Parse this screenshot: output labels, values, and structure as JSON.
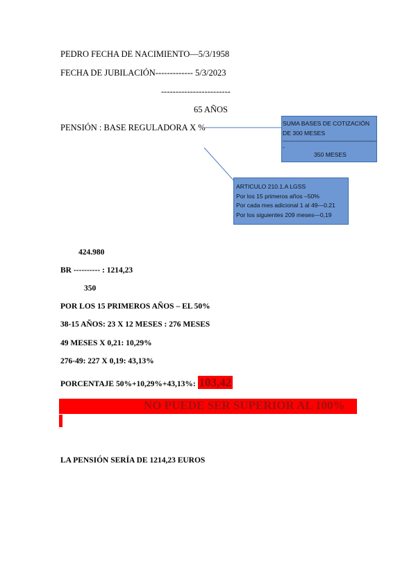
{
  "lines": {
    "birth": "PEDRO FECHA DE NACIMIENTO—5/3/1958",
    "retire": "FECHA DE JUBILACIÓN------------- 5/3/2023",
    "dashes": "------------------------",
    "age": "65 AÑOS",
    "pension": "PENSIÓN : BASE REGULADORA X %"
  },
  "callout_bases": {
    "line1": "SUMA BASES DE COTIZACIÓN",
    "line2": "DE 300 MESES",
    "line3": "————————————————",
    "line4": "-",
    "line5": "350 MESES"
  },
  "callout_article": {
    "line1": "ARTICULO  210.1.A LGSS",
    "line2": "Por los 15 primeros años –50%",
    "line3": "Por cada mes adicional 1 al 49—0.21",
    "line4": "Por los siguientes 209 meses—0,19"
  },
  "calc": {
    "numerator": "424.980",
    "br": "BR   ----------    : 1214,23",
    "denominator": "350",
    "first15": "POR LOS 15 PRIMEROS AÑOS – EL 50%",
    "years": "38-15 AÑOS: 23 X 12 MESES : 276 MESES",
    "months49": "49 MESES X 0,21: 10,29%",
    "rest": "276-49: 227 X 0,19: 43,13%",
    "percent_label": "PORCENTAJE   50%+10,29%+43,13%: ",
    "percent_value": "103,42",
    "warning": "NO PUEDE SER SUPERIOR AL 100%",
    "final": "LA PENSIÓN SERÍA DE 1214,23 EUROS"
  }
}
